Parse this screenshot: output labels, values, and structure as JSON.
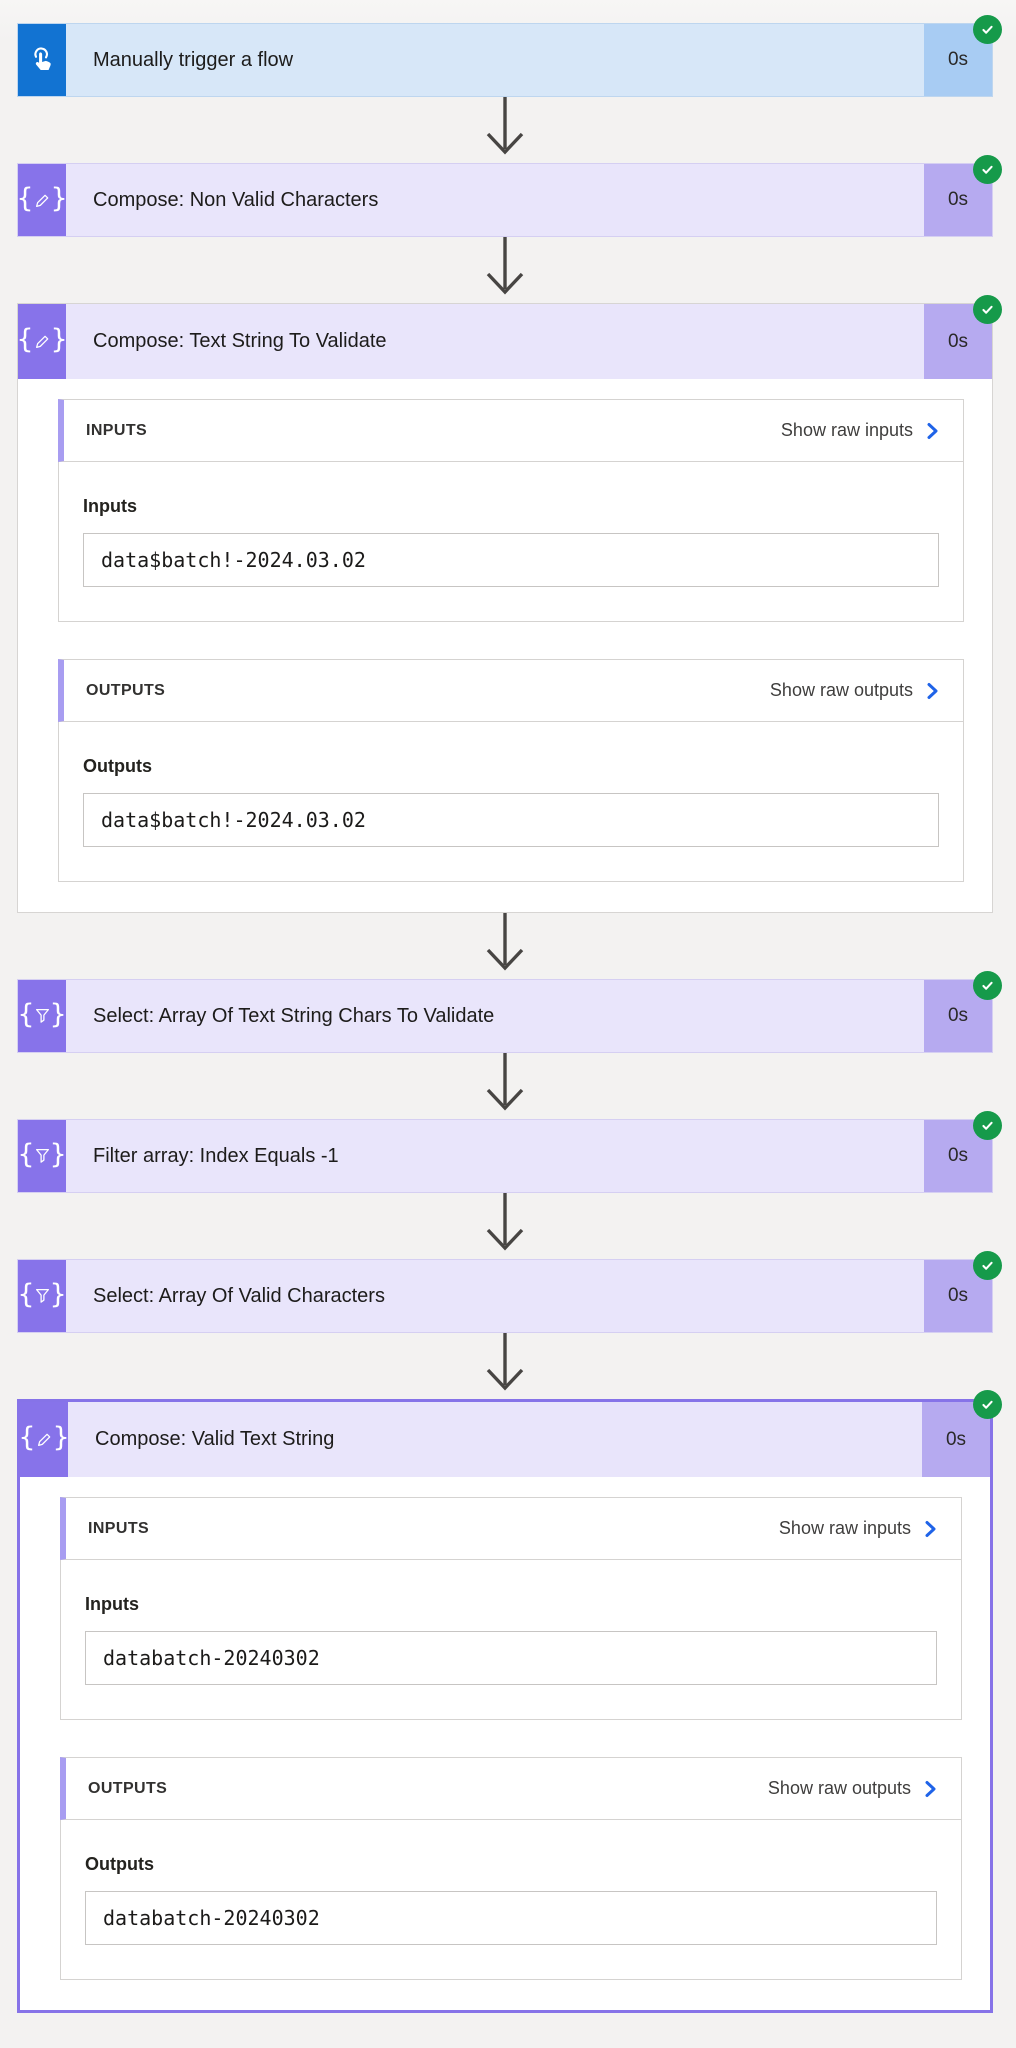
{
  "colors": {
    "page_bg": "#f3f2f1",
    "trigger_accent": "#1273d2",
    "trigger_bar_bg": "#d7e7f8",
    "trigger_badge_bg": "#a8ccf3",
    "action_accent": "#8773ea",
    "action_bar_bg": "#e9e5fb",
    "action_badge_bg": "#b6aaf0",
    "success_green": "#169a4a",
    "link_chevron_blue": "#1f63e8",
    "selected_border": "#8673e8",
    "arrow_gray": "#474543"
  },
  "nodes": [
    {
      "title": "Manually trigger a flow",
      "duration": "0s",
      "status": "succeeded",
      "icon": "manual-trigger-hand-icon"
    },
    {
      "title": "Compose: Non Valid Characters",
      "duration": "0s",
      "status": "succeeded",
      "icon": "compose-braces-pencil-icon"
    },
    {
      "title": "Compose: Text String To Validate",
      "duration": "0s",
      "status": "succeeded",
      "icon": "compose-braces-pencil-icon",
      "expanded": true,
      "inputs": {
        "panel_label": "INPUTS",
        "link_label": "Show raw inputs",
        "field_label": "Inputs",
        "value": "data$batch!-2024.03.02"
      },
      "outputs": {
        "panel_label": "OUTPUTS",
        "link_label": "Show raw outputs",
        "field_label": "Outputs",
        "value": "data$batch!-2024.03.02"
      }
    },
    {
      "title": "Select: Array Of Text String Chars To Validate",
      "duration": "0s",
      "status": "succeeded",
      "icon": "select-braces-funnel-icon"
    },
    {
      "title": "Filter array: Index Equals -1",
      "duration": "0s",
      "status": "succeeded",
      "icon": "filter-braces-funnel-icon"
    },
    {
      "title": "Select: Array Of Valid Characters",
      "duration": "0s",
      "status": "succeeded",
      "icon": "select-braces-funnel-icon"
    },
    {
      "title": "Compose: Valid Text String",
      "duration": "0s",
      "status": "succeeded",
      "icon": "compose-braces-pencil-icon",
      "expanded": true,
      "selected": true,
      "inputs": {
        "panel_label": "INPUTS",
        "link_label": "Show raw inputs",
        "field_label": "Inputs",
        "value": "databatch-20240302"
      },
      "outputs": {
        "panel_label": "OUTPUTS",
        "link_label": "Show raw outputs",
        "field_label": "Outputs",
        "value": "databatch-20240302"
      }
    }
  ]
}
